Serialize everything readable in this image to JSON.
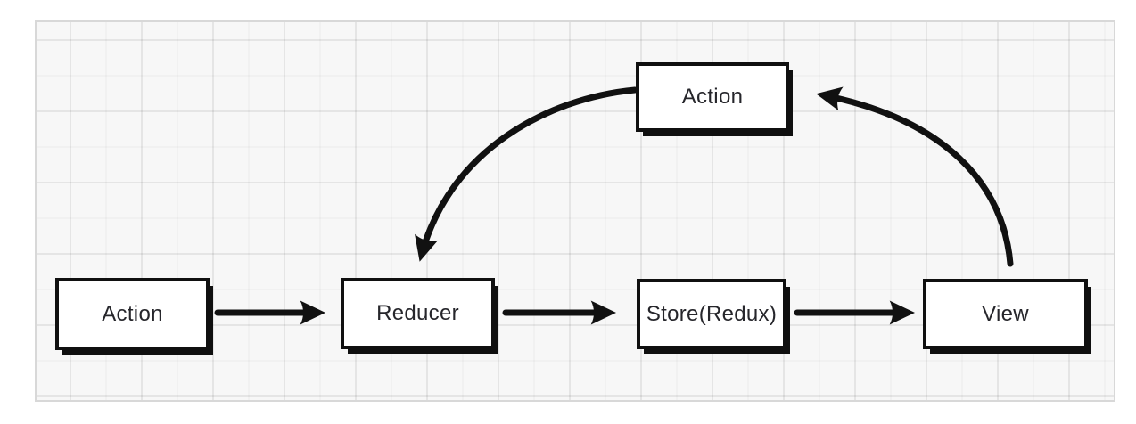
{
  "diagram": {
    "type": "flowchart",
    "subject": "redux-data-flow",
    "nodes": [
      {
        "id": "action-top",
        "label": "Action"
      },
      {
        "id": "action-bottom",
        "label": "Action"
      },
      {
        "id": "reducer",
        "label": "Reducer"
      },
      {
        "id": "store",
        "label": "Store(Redux)"
      },
      {
        "id": "view",
        "label": "View"
      }
    ],
    "edges": [
      {
        "from": "action-bottom",
        "to": "reducer",
        "style": "straight-arrow"
      },
      {
        "from": "reducer",
        "to": "store",
        "style": "straight-arrow"
      },
      {
        "from": "store",
        "to": "view",
        "style": "straight-arrow"
      },
      {
        "from": "action-top",
        "to": "reducer",
        "style": "curved-arrow"
      },
      {
        "from": "view",
        "to": "action-top",
        "style": "curved-arrow"
      }
    ],
    "colors": {
      "canvas_background": "#f7f7f7",
      "grid_line": "#ececec",
      "panel_border": "#d8d8d8",
      "box_fill": "#ffffff",
      "stroke": "#111111",
      "text": "#26262b"
    }
  }
}
